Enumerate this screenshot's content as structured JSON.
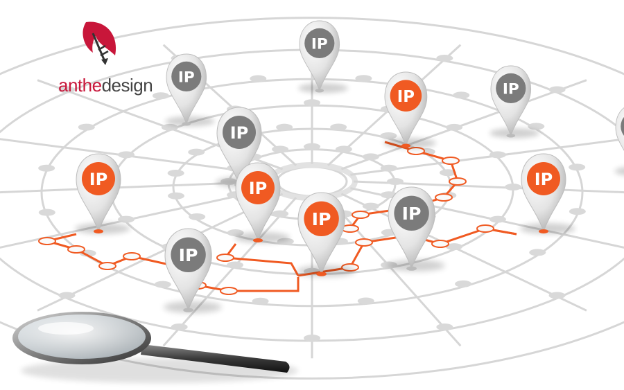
{
  "logo": {
    "name_part1": "anthe",
    "name_part2": "design",
    "brand_color": "#c8163a",
    "text_color": "#444444"
  },
  "pin_text": "IP",
  "colors": {
    "highlight": "#f05a22",
    "neutral_pin": "#7b7b7b",
    "network_grey": "#d3d3d3"
  },
  "pins": [
    {
      "id": "pin-top-center",
      "style": "grey"
    },
    {
      "id": "pin-top-left",
      "style": "grey"
    },
    {
      "id": "pin-top-right",
      "style": "grey"
    },
    {
      "id": "pin-far-right",
      "style": "grey"
    },
    {
      "id": "pin-upper-orange",
      "style": "orange"
    },
    {
      "id": "pin-left-mid-grey",
      "style": "grey"
    },
    {
      "id": "pin-left-orange",
      "style": "orange"
    },
    {
      "id": "pin-center-orange",
      "style": "orange"
    },
    {
      "id": "pin-right-orange",
      "style": "orange"
    },
    {
      "id": "pin-front-orange",
      "style": "orange"
    },
    {
      "id": "pin-front-grey",
      "style": "grey"
    },
    {
      "id": "pin-front-left-grey",
      "style": "grey"
    }
  ],
  "magnifier": {
    "icon": "magnifying-glass-icon"
  }
}
